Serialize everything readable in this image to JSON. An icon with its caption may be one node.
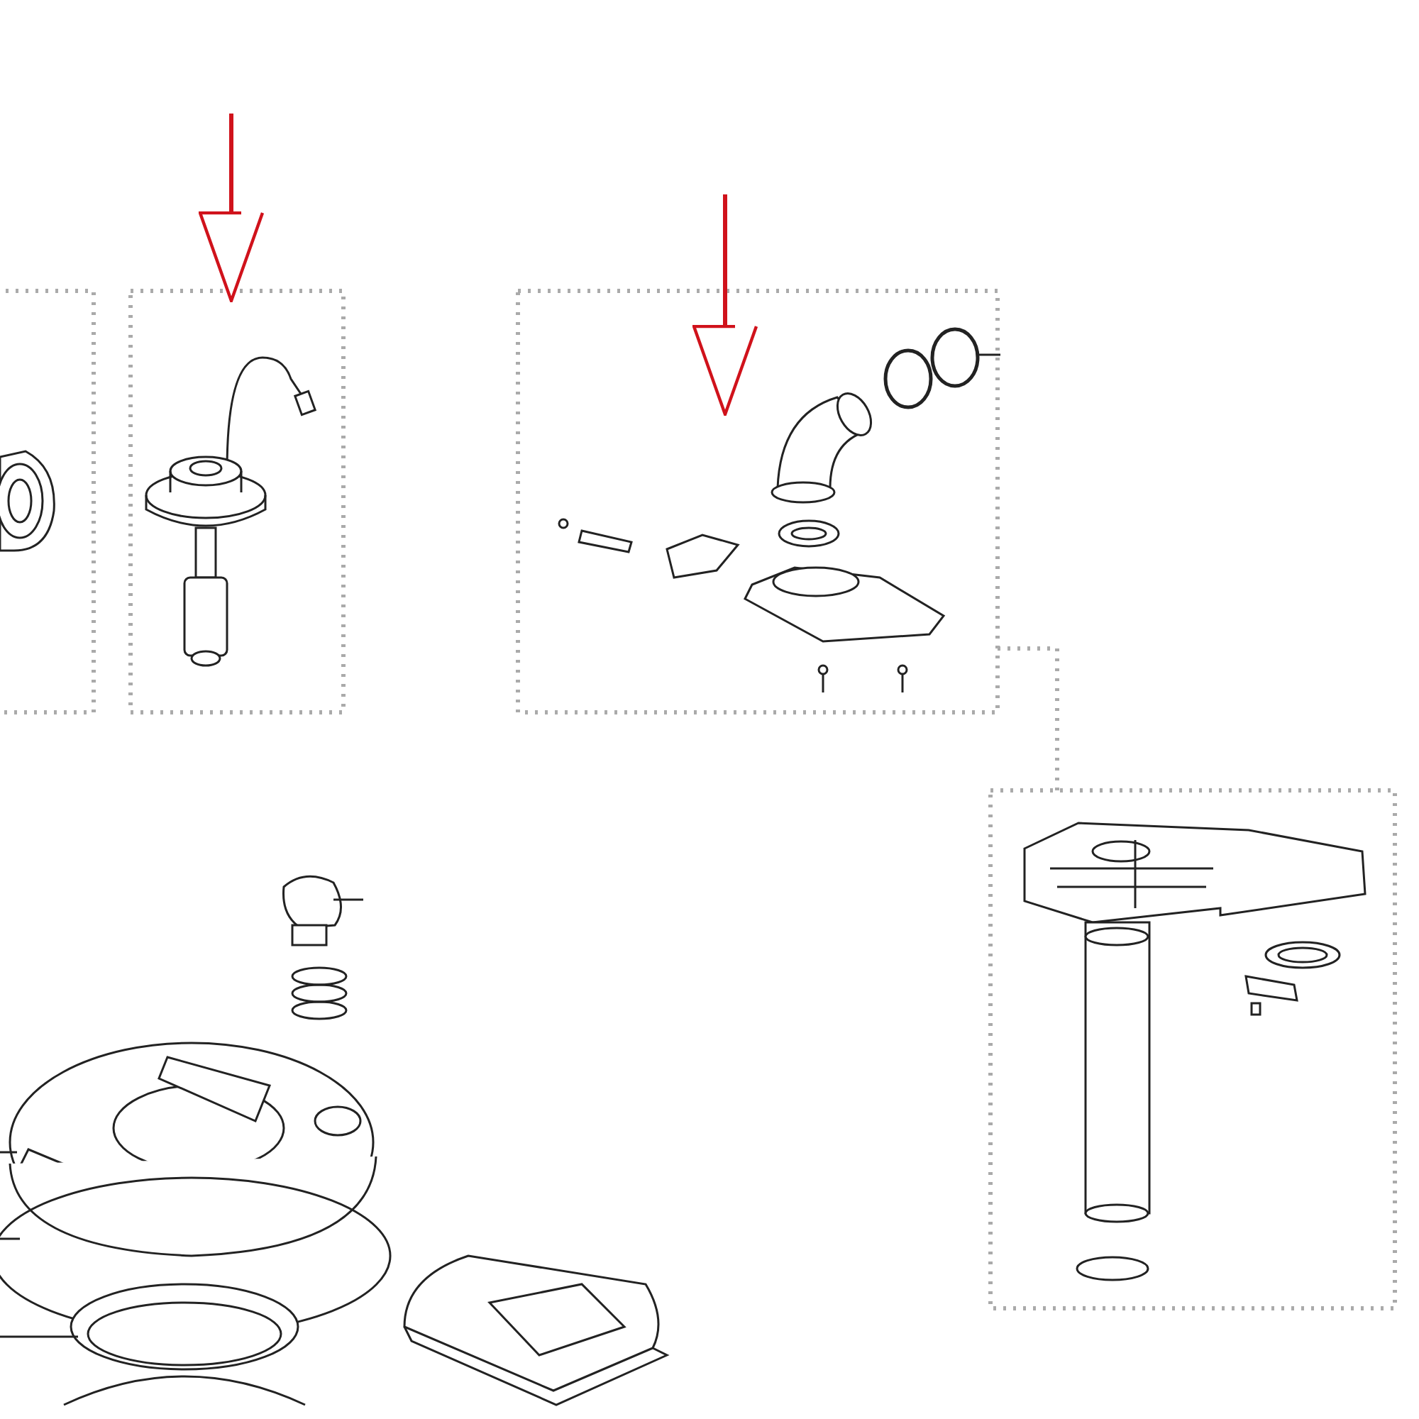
{
  "diagram": {
    "nodes": [
      {
        "text": [],
        "shape": "picture"
      },
      {
        "text": [],
        "shape": "picture"
      }
    ],
    "edges": [
      {
        "from": null,
        "to": 0,
        "arrow": "to"
      },
      {
        "from": null,
        "to": 1,
        "arrow": "to"
      }
    ]
  }
}
